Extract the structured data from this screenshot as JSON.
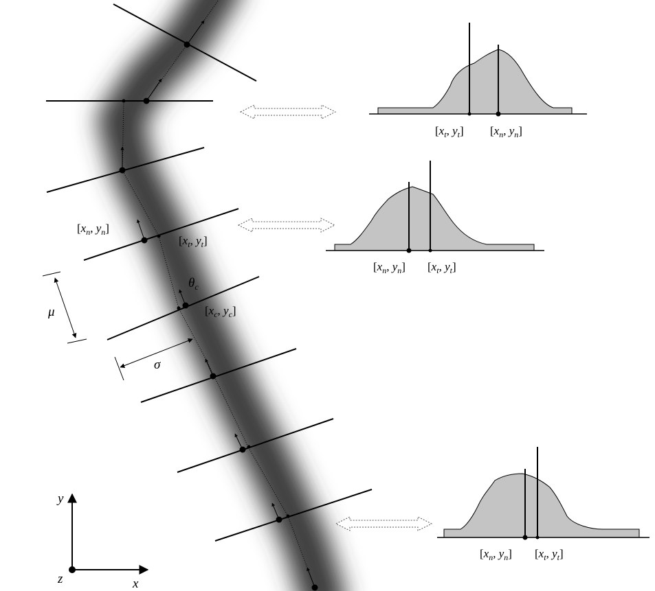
{
  "labels": {
    "xn": "x",
    "xn_sub": "n",
    "yn": "y",
    "yn_sub": "n",
    "xt": "x",
    "xt_sub": "t",
    "yt": "y",
    "yt_sub": "t",
    "xc": "x",
    "xc_sub": "c",
    "yc": "y",
    "yc_sub": "c",
    "theta": "θ",
    "theta_sub": "c",
    "mu": "μ",
    "sigma": "σ",
    "axis_x": "x",
    "axis_y": "y",
    "axis_z": "z",
    "open": "[",
    "comma": ", ",
    "close": "]"
  },
  "colors": {
    "vessel_dark": "#3a3a3a",
    "profile_fill": "#c4c4c4",
    "ink": "#000000"
  }
}
